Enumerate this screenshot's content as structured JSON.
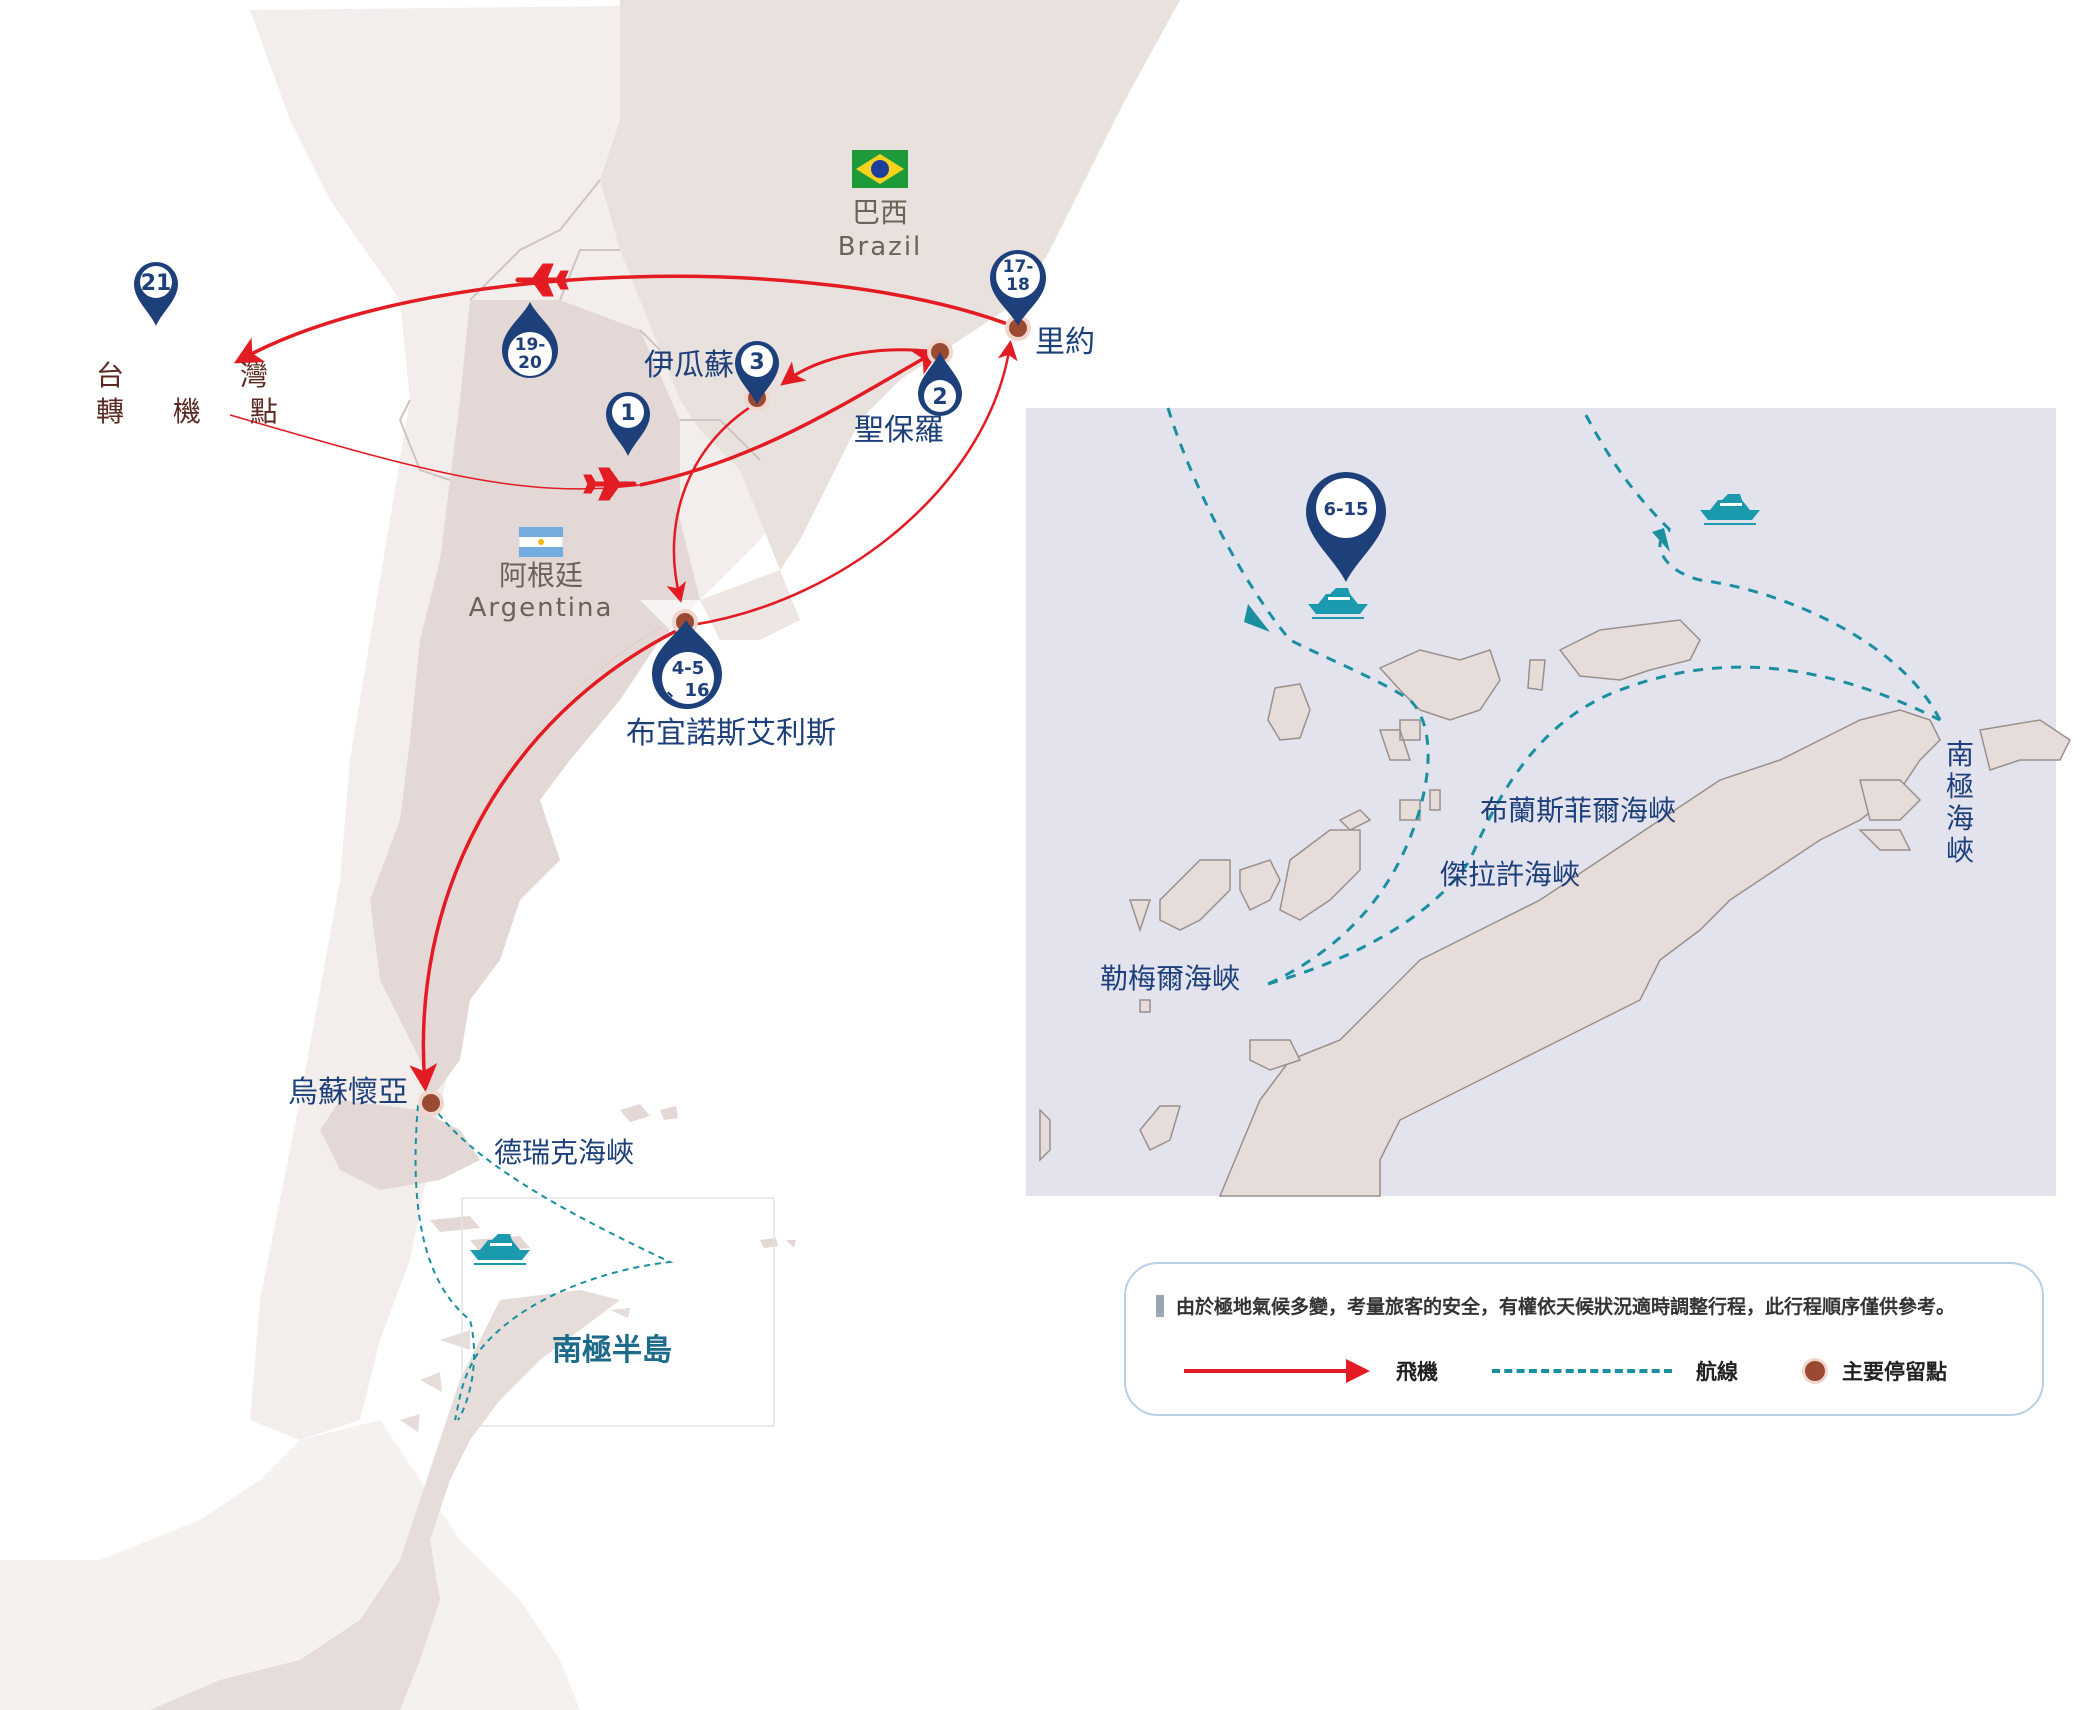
{
  "countries": {
    "brazil": {
      "name_zh": "巴西",
      "name_en": "Brazil"
    },
    "argentina": {
      "name_zh": "阿根廷",
      "name_en": "Argentina"
    }
  },
  "cities": {
    "taiwan_line1": "台　　灣",
    "taiwan_line2": "轉 機 點",
    "rio": "里約",
    "iguazu": "伊瓜蘇",
    "sao_paulo": "聖保羅",
    "buenos_aires": "布宜諾斯艾利斯",
    "ushuaia": "烏蘇懷亞"
  },
  "pins": {
    "p1": "1",
    "p2": "2",
    "p3": "3",
    "p4": "4-5",
    "p4b": "、16",
    "p17": "17-",
    "p17b": "18",
    "p19": "19-",
    "p19b": "20",
    "p21": "21",
    "p6": "6-15"
  },
  "seas": {
    "drake": "德瑞克海峽",
    "peninsula": "南極半島",
    "bransfield": "布蘭斯菲爾海峽",
    "gerlache": "傑拉許海峽",
    "lemaire": "勒梅爾海峽",
    "antarctic_sound": [
      "南",
      "極",
      "海",
      "峽"
    ]
  },
  "legend": {
    "note": "由於極地氣候多變，考量旅客的安全，有權依天候狀況適時調整行程，此行程順序僅供參考。",
    "flight": "飛機",
    "route": "航線",
    "stop": "主要停留點"
  },
  "colors": {
    "flight": "#e31b23",
    "route": "#1a8fa0",
    "pin": "#1d3f7a",
    "stop": "#9a4a32",
    "land": "#e6dcd9",
    "inset_sea": "#e3e3ee"
  }
}
